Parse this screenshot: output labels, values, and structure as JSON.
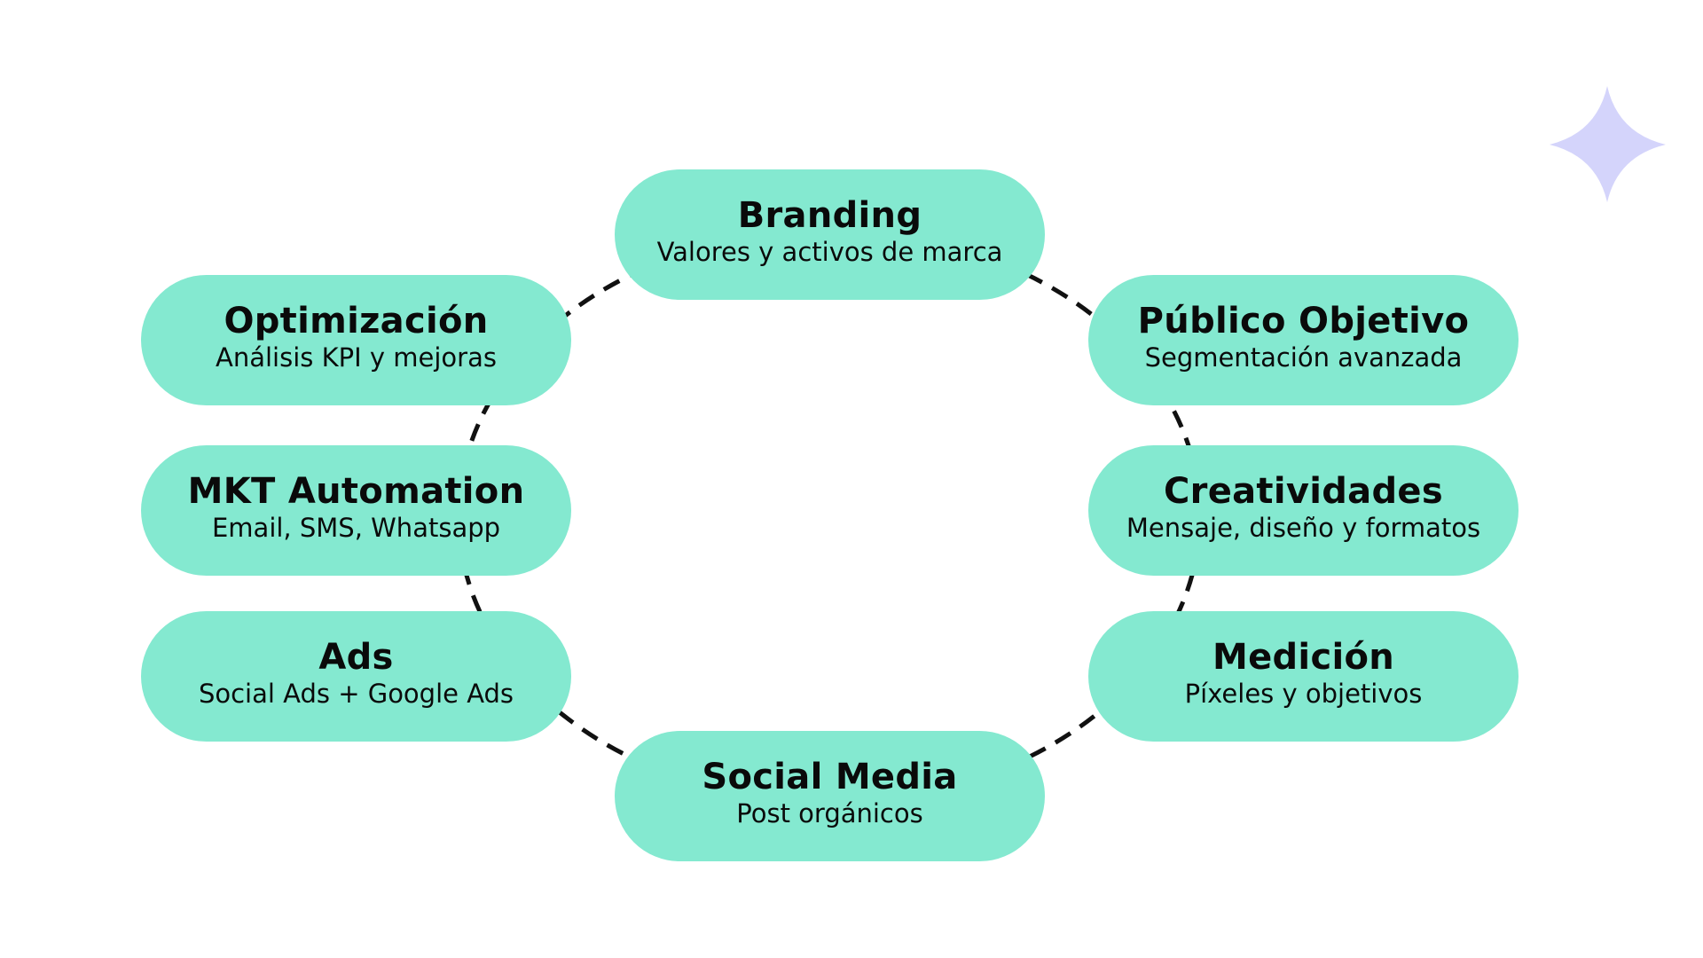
{
  "colors": {
    "pill": "#84e9d0",
    "star": "#d4d4fb",
    "dash": "#111111"
  },
  "decoration": {
    "icon": "sparkle-star-icon"
  },
  "nodes": [
    {
      "id": "branding",
      "title": "Branding",
      "subtitle": "Valores y activos de marca"
    },
    {
      "id": "publico-objetivo",
      "title": "Público Objetivo",
      "subtitle": "Segmentación avanzada"
    },
    {
      "id": "creatividades",
      "title": "Creatividades",
      "subtitle": "Mensaje, diseño y formatos"
    },
    {
      "id": "medicion",
      "title": "Medición",
      "subtitle": "Píxeles y objetivos"
    },
    {
      "id": "social-media",
      "title": "Social Media",
      "subtitle": "Post orgánicos"
    },
    {
      "id": "ads",
      "title": "Ads",
      "subtitle": "Social Ads + Google Ads"
    },
    {
      "id": "mkt-automation",
      "title": "MKT Automation",
      "subtitle": "Email, SMS, Whatsapp"
    },
    {
      "id": "optimizacion",
      "title": "Optimización",
      "subtitle": "Análisis KPI y mejoras"
    }
  ]
}
